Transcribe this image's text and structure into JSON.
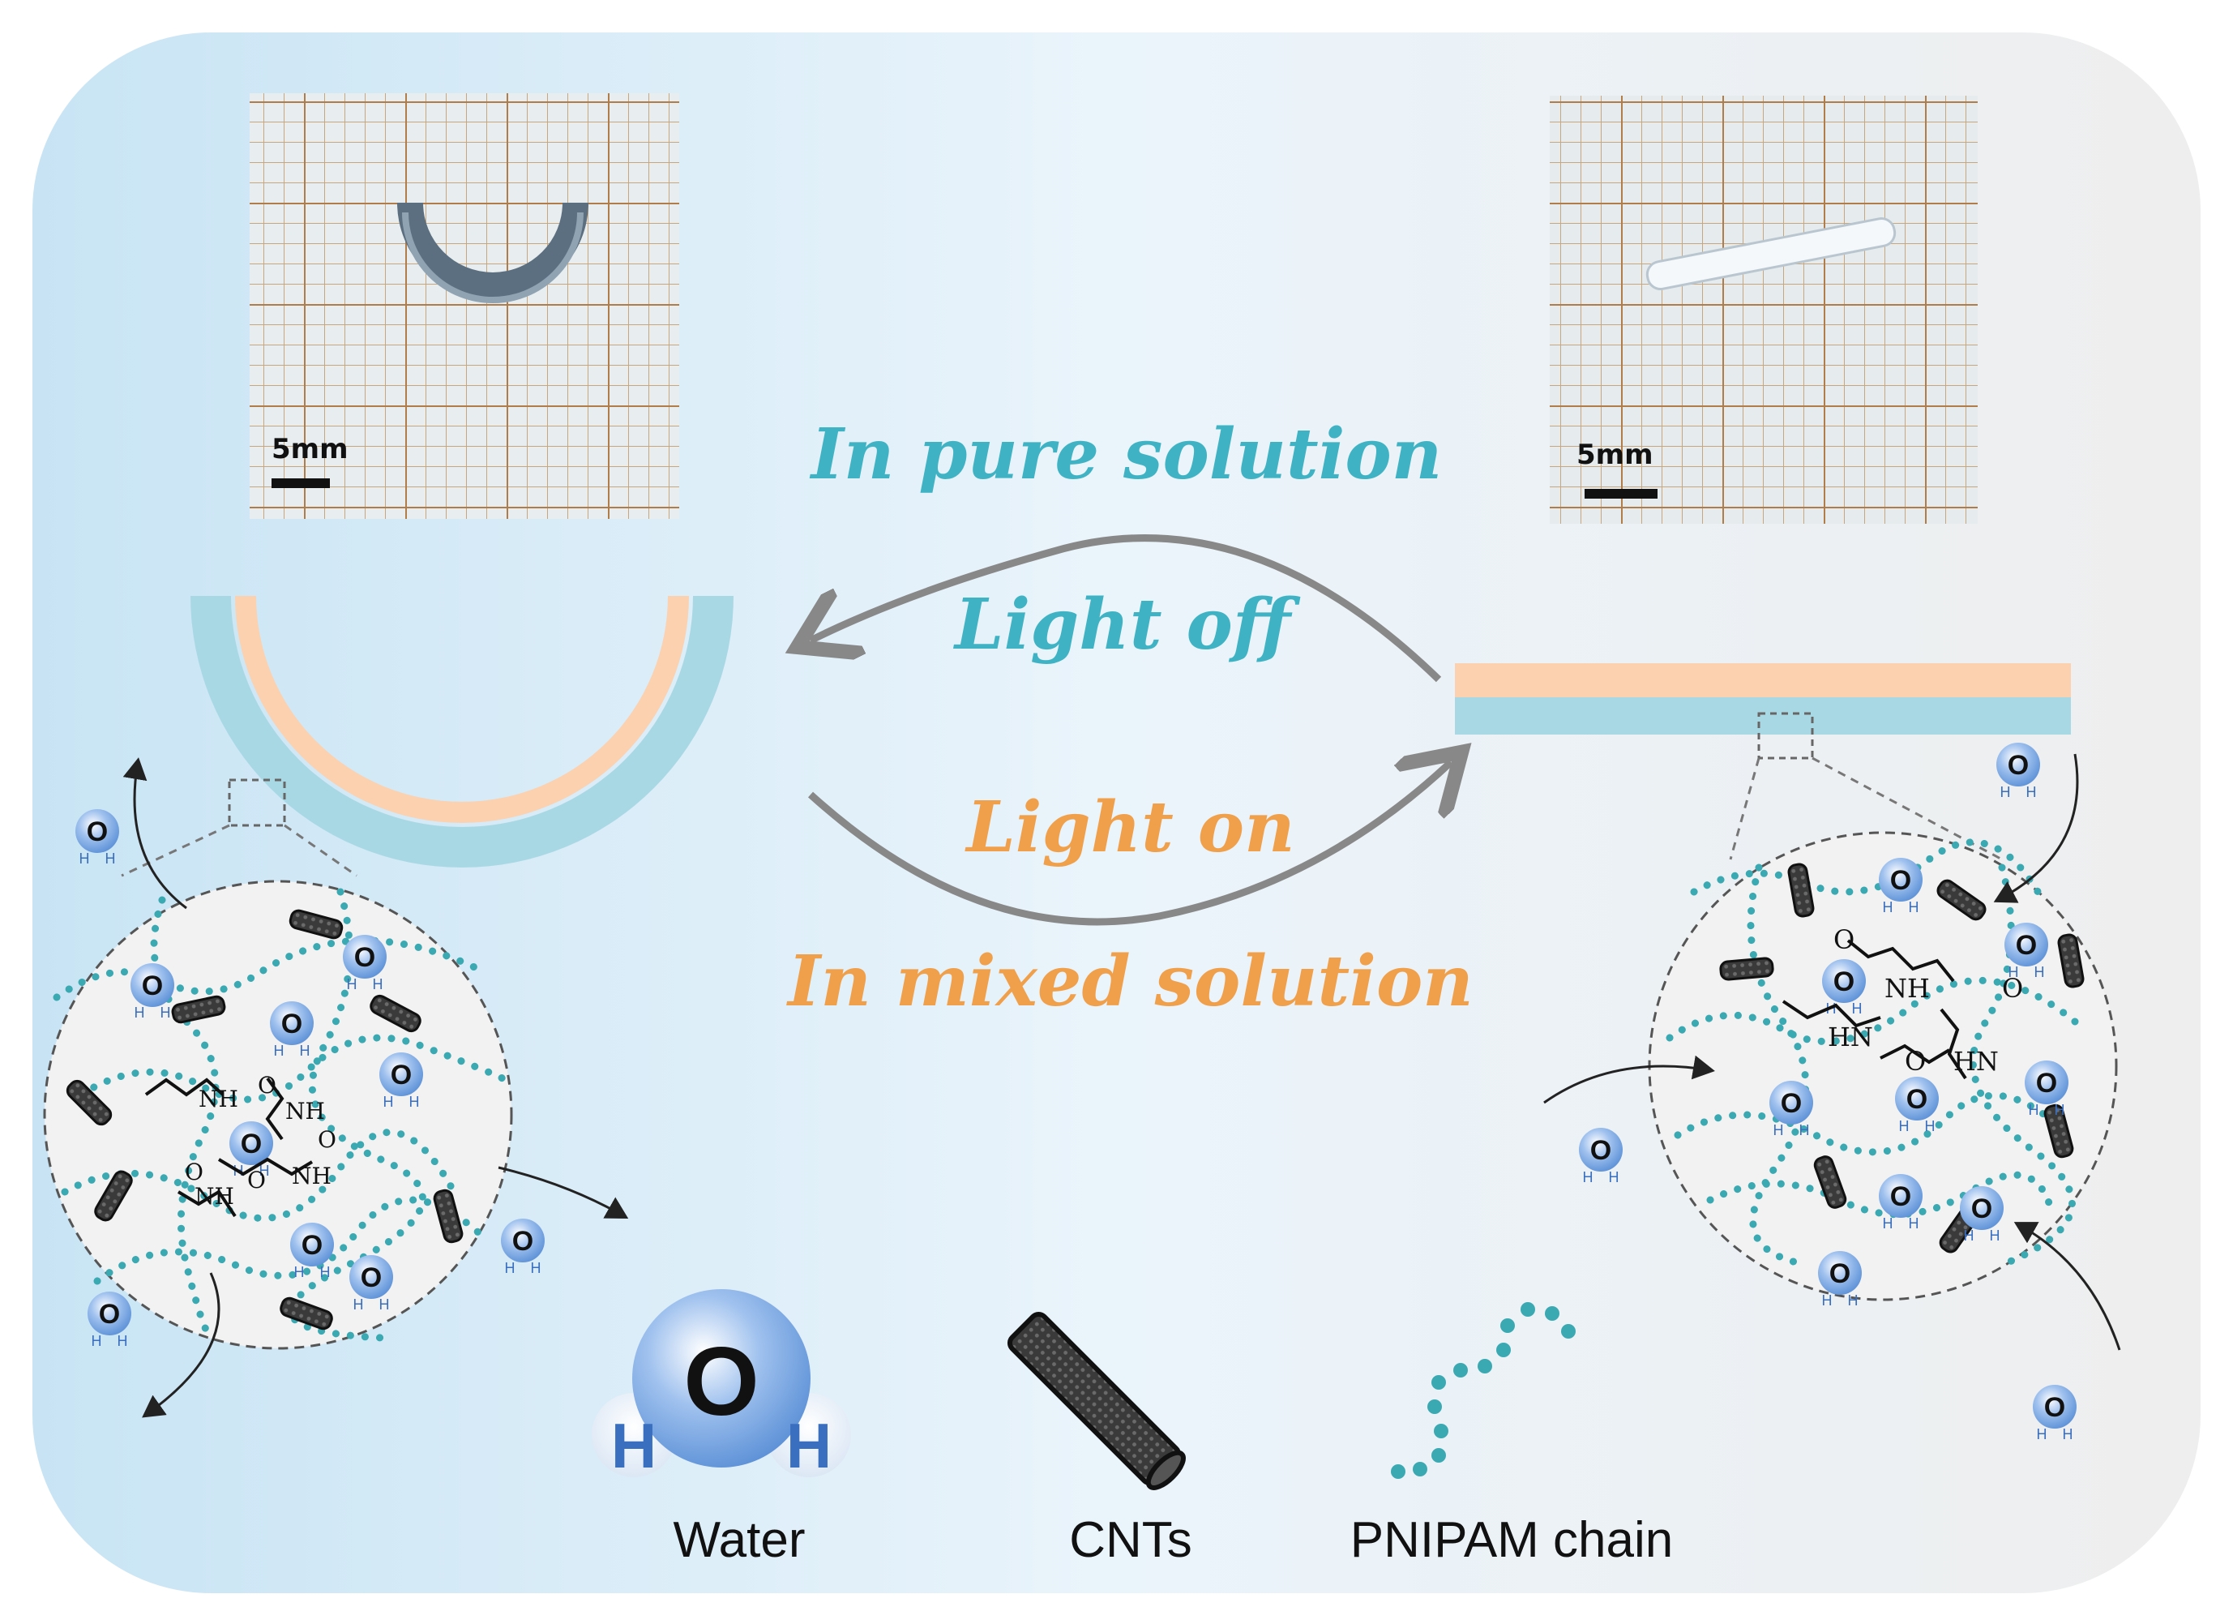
{
  "labels": {
    "pure_solution": "In pure solution",
    "light_off": "Light off",
    "light_on": "Light on",
    "mixed_solution": "In mixed solution"
  },
  "photos": {
    "left_scale": "5mm",
    "right_scale": "5mm"
  },
  "legend": {
    "water": "Water",
    "cnts": "CNTs",
    "pnipam": "PNIPAM chain",
    "water_o": "O",
    "water_h": "H"
  },
  "molecule_labels": {
    "o": "O",
    "h": "H",
    "nh": "NH",
    "hn": "HN"
  },
  "colors": {
    "teal_text": "#3fb3c4",
    "orange_text": "#f0a04b",
    "gel_blue": "#a9d8e5",
    "gel_peach": "#fbd1b0",
    "water_blue": "#8ab4e8",
    "chain_teal": "#3aa9b2",
    "arrow_gray": "#888888"
  }
}
